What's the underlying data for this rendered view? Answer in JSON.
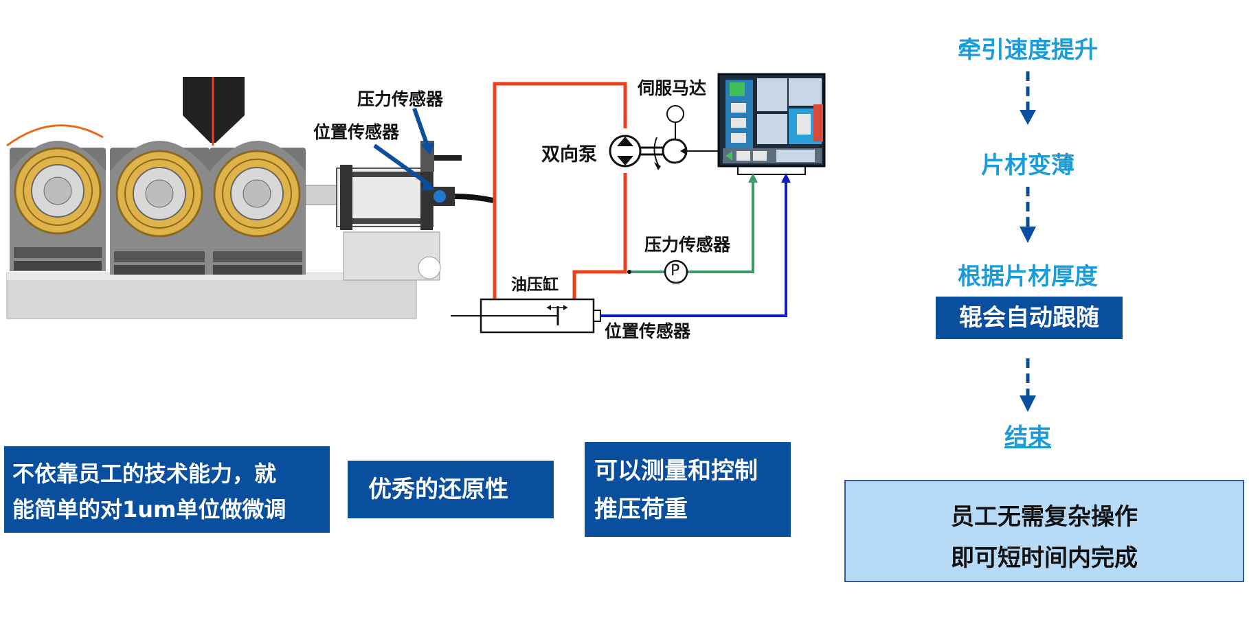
{
  "diagram": {
    "labels": {
      "pressure_sensor_top": "压力传感器",
      "position_sensor_top": "位置传感器",
      "servo_motor": "伺服马达",
      "bidirectional_pump": "双向泵",
      "pressure_sensor_mid": "压力传感器",
      "pump_symbol": "P",
      "hydraulic_cylinder": "油压缸",
      "position_sensor_bottom": "位置传感器"
    },
    "line_colors": {
      "hydraulic_line": "#e8411c",
      "pressure_signal": "#3a9a6a",
      "position_signal": "#1018c8"
    }
  },
  "flow": {
    "steps": [
      "牵引速度提升",
      "片材变薄",
      "根据片材厚度"
    ],
    "highlight": "辊会自动跟随",
    "end": "结束",
    "arrow_color": "#0a4f9e"
  },
  "features": [
    {
      "lines": [
        "不依靠员工的技术能力，就",
        "能简单的对1um单位做微调"
      ]
    },
    {
      "lines": [
        "优秀的还原性"
      ]
    },
    {
      "lines": [
        "可以测量和控制",
        "推压荷重"
      ]
    }
  ],
  "result": {
    "lines": [
      "员工无需复杂操作",
      "即可短时间内完成"
    ]
  }
}
